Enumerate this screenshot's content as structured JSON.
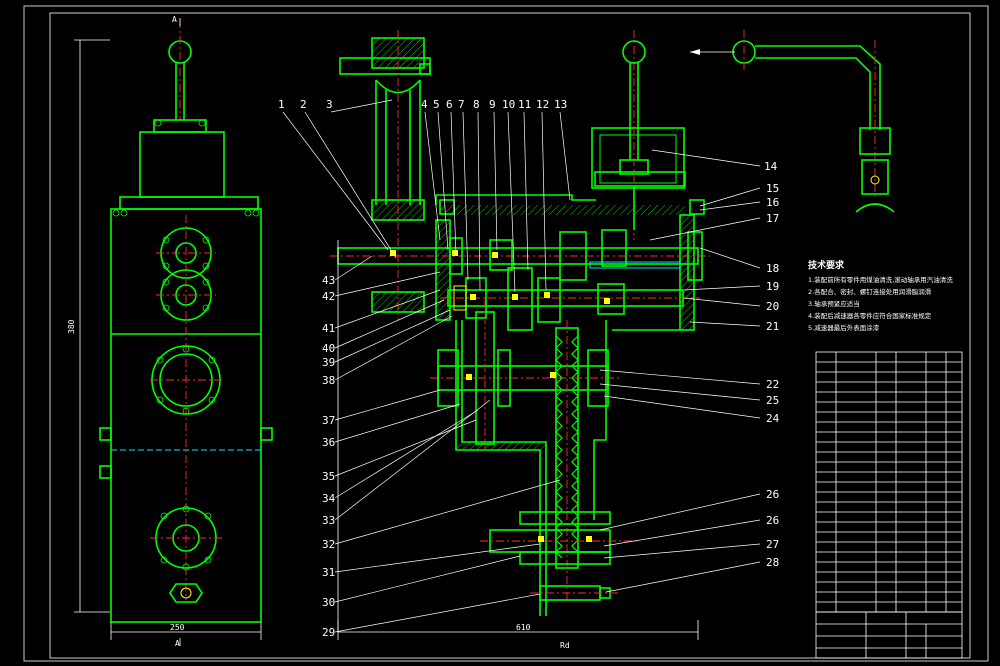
{
  "drawing": {
    "tech_title": "技术要求",
    "tech_notes": [
      "1.装配前所有零件用煤油清洗,滚动轴承用汽油清洗",
      "2.各配合、密封、螺钉连接处用润滑脂润滑",
      "3.轴承预紧应适当",
      "4.装配后减速器各零件应符合国家标准规定",
      "5.减速器最后外表面涂漆"
    ],
    "dim_height": "380",
    "dim_width_left": "250",
    "dim_width_main": "610",
    "dim_bottom_mark": "Rd",
    "section_marker": "A",
    "callouts_top": [
      "1",
      "2",
      "3",
      "4",
      "5",
      "6",
      "7",
      "8",
      "9",
      "10",
      "11",
      "12",
      "13"
    ],
    "callouts_right": [
      "14",
      "15",
      "16",
      "17",
      "18",
      "19",
      "20",
      "21",
      "22",
      "25",
      "24",
      "26",
      "26",
      "27",
      "28"
    ],
    "callouts_left": [
      "43",
      "42",
      "41",
      "40",
      "39",
      "38",
      "37",
      "36",
      "35",
      "34",
      "33",
      "32",
      "31",
      "30",
      "29"
    ],
    "colors": {
      "background": "#000000",
      "outline": "#00ff00",
      "center_line": "#ff2a2a",
      "cyan": "#00e5ff",
      "yellow": "#ffff00",
      "text": "#ffffff"
    }
  }
}
